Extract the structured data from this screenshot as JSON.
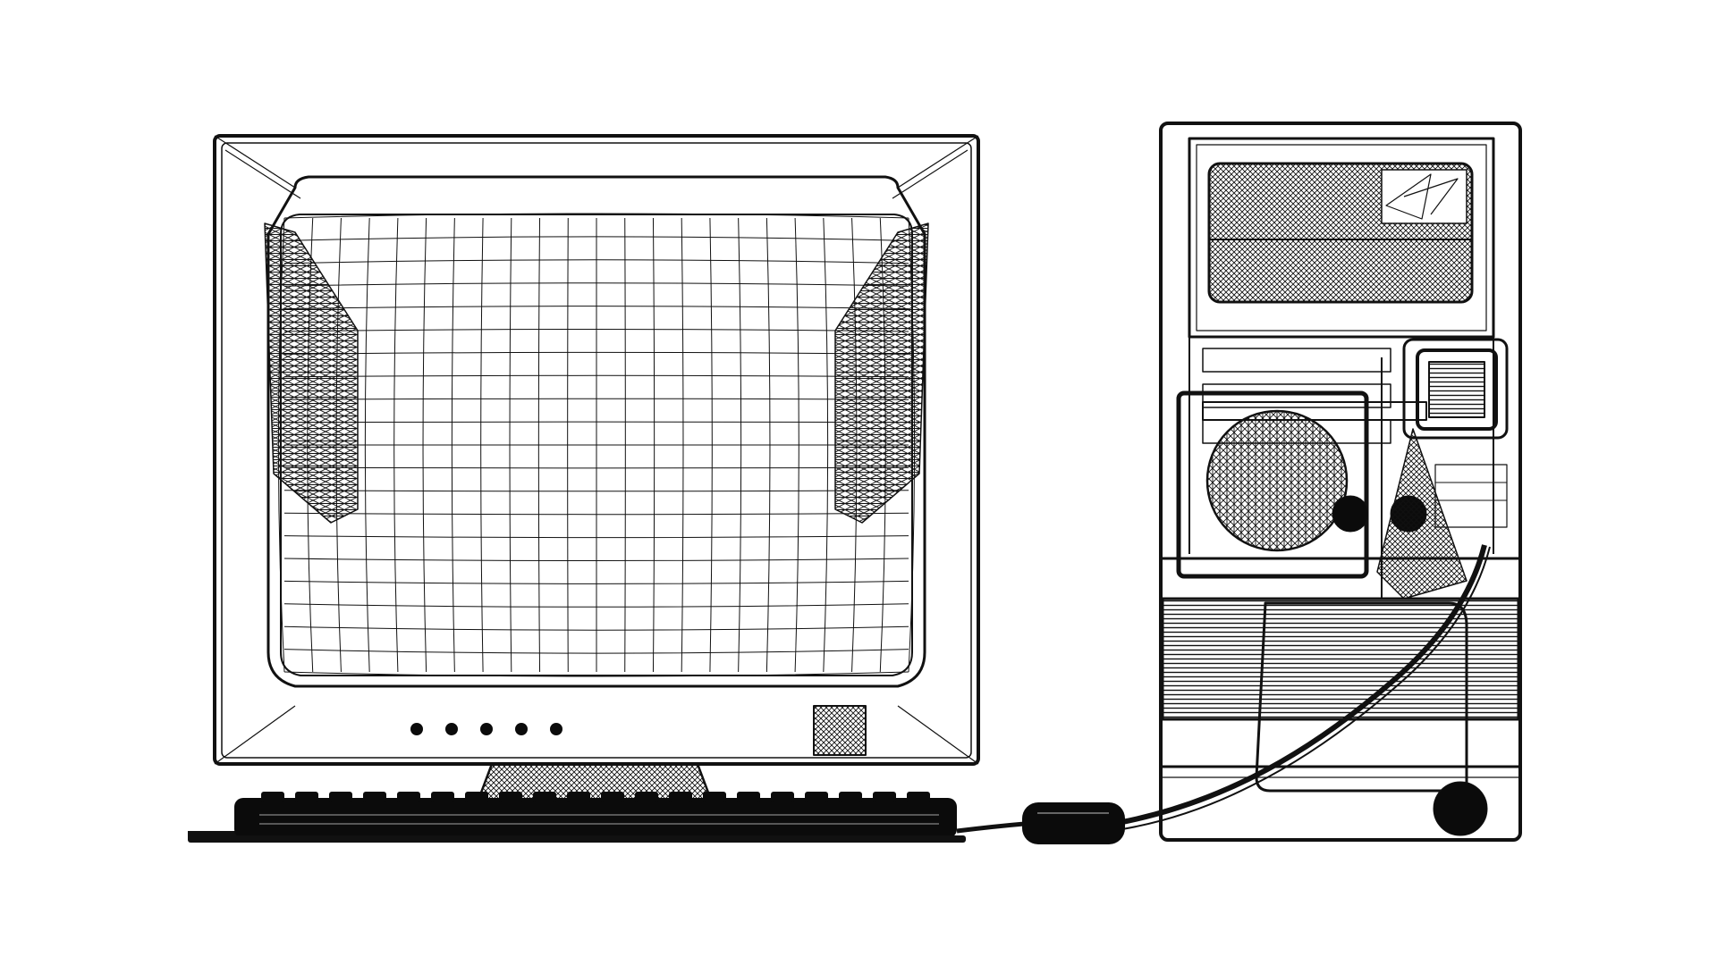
{
  "scene": {
    "subject": "wireframe-computer",
    "colors": {
      "background": "#ffffff",
      "line": "#111111",
      "solid": "#0b0b0b"
    },
    "monitor": {
      "indicator_buttons": 5
    },
    "keyboard": {
      "key_count": 20
    },
    "tower": {
      "drive_bays": 3
    }
  }
}
